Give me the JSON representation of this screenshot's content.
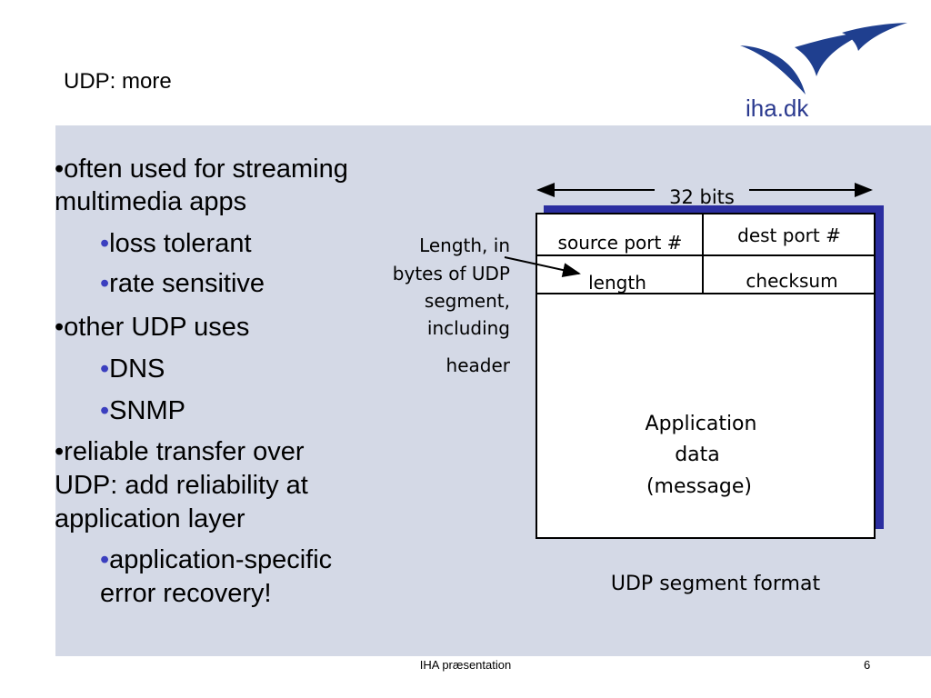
{
  "slide": {
    "title": "UDP: more",
    "logo_text": "iha.dk"
  },
  "bullets": {
    "b1_line1": "often used for streaming",
    "b1_line2": "multimedia apps",
    "b1_sub1": "loss tolerant",
    "b1_sub2": "rate sensitive",
    "b2": "other UDP uses",
    "b2_sub1": "DNS",
    "b2_sub2": "SNMP",
    "b3_line1": "reliable transfer over",
    "b3_line2": "UDP: add reliability at",
    "b3_line3": "application layer",
    "b3_sub1_line1": "application-specific",
    "b3_sub1_line2": "error recovery!",
    "bullet_char": "•"
  },
  "diagram": {
    "width_label": "32 bits",
    "source_port": "source port #",
    "dest_port": "dest port #",
    "length": "length",
    "checksum": "checksum",
    "data_line1": "Application",
    "data_line2": "data",
    "data_line3": "(message)",
    "caption": "UDP segment format",
    "note_line1": "Length, in",
    "note_line2": "bytes of UDP",
    "note_line3": "segment,",
    "note_line4": "including",
    "note_line5": "header"
  },
  "footer": {
    "center": "IHA præsentation",
    "page_number": "6"
  },
  "colors": {
    "content_bg": "#d4d9e6",
    "logo_blue": "#1f3f8f",
    "shadow": "#2b2ea0"
  }
}
